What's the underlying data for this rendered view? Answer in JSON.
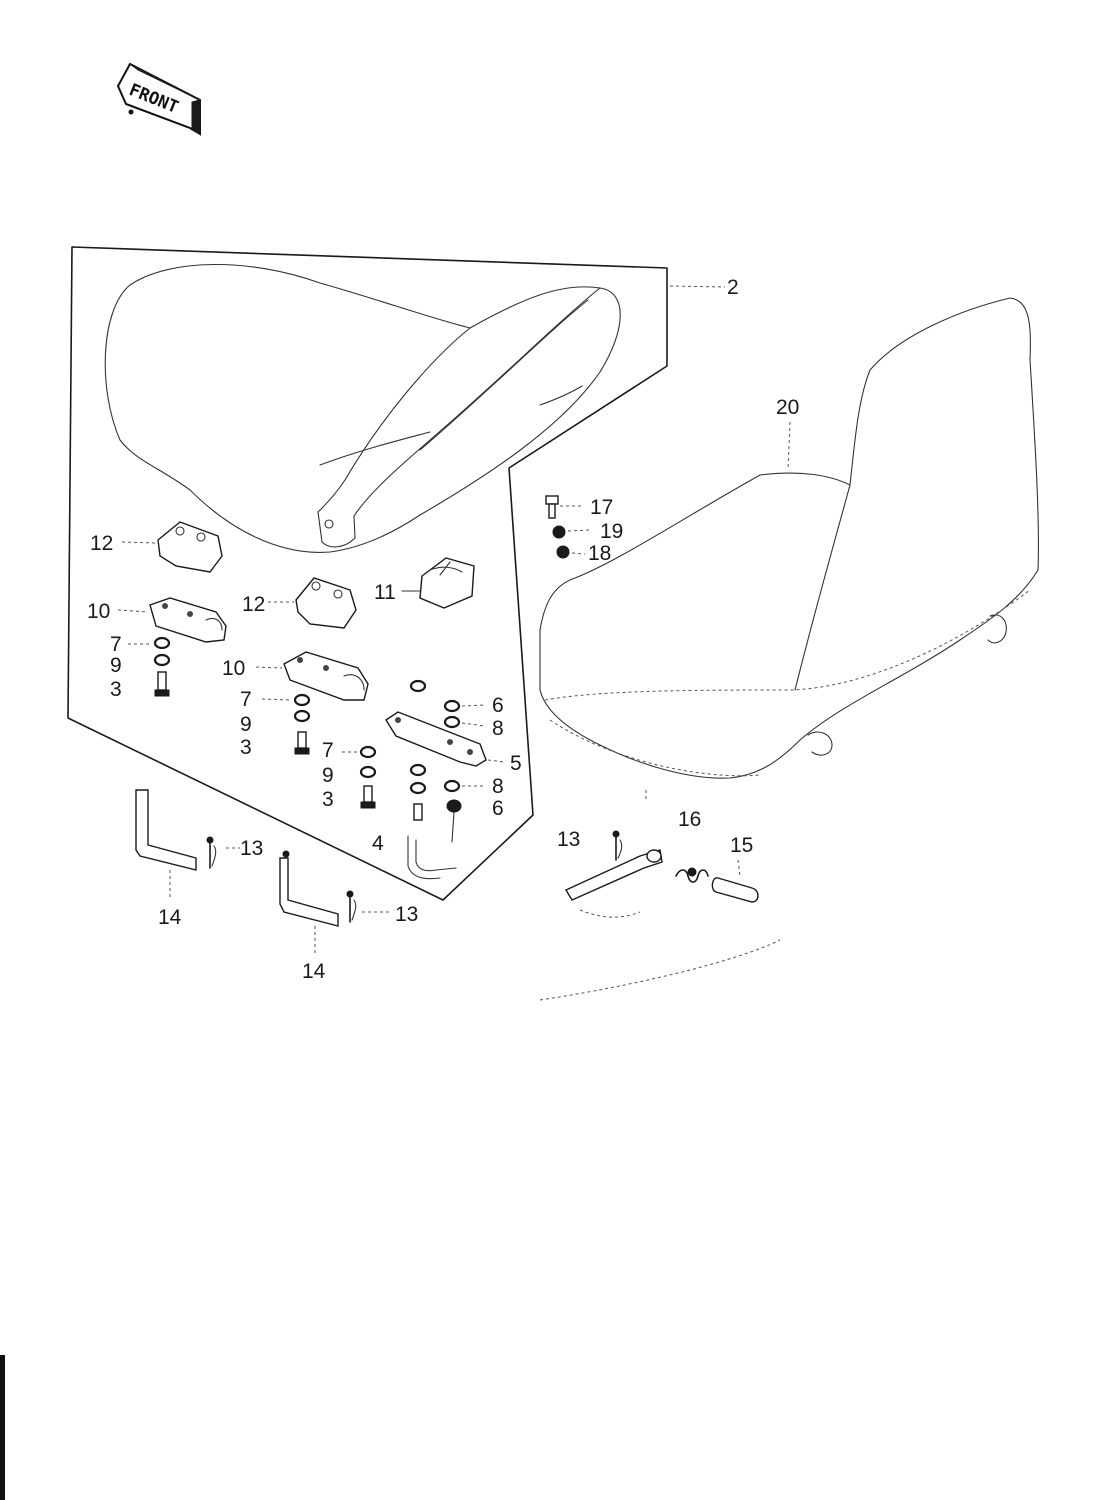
{
  "badge": {
    "front_label": "FRONT"
  },
  "callouts": {
    "c2": "2",
    "c20": "20",
    "c17": "17",
    "c19": "19",
    "c18": "18",
    "c12a": "12",
    "c12b": "12",
    "c11": "11",
    "c10a": "10",
    "c10b": "10",
    "c7a": "7",
    "c9a": "9",
    "c3a": "3",
    "c7b": "7",
    "c9b": "9",
    "c3b": "3",
    "c7c": "7",
    "c9c": "9",
    "c3c": "3",
    "c6a": "6",
    "c8a": "8",
    "c5": "5",
    "c8b": "8",
    "c6b": "6",
    "c4": "4",
    "c16": "16",
    "c15": "15",
    "c13a": "13",
    "c13b": "13",
    "c13c": "13",
    "c14a": "14",
    "c14b": "14"
  }
}
